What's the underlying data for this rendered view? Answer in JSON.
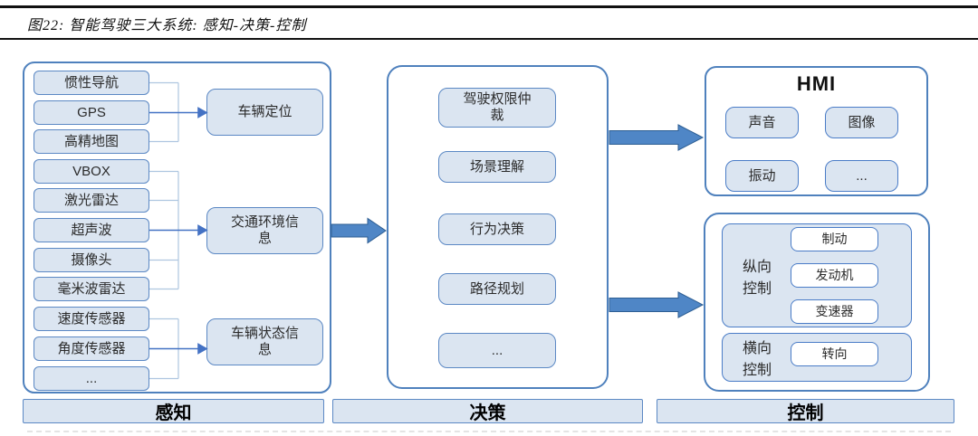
{
  "figure_title": "图22: 智能驾驶三大系统: 感知-决策-控制",
  "perception": {
    "label": "感知",
    "groups": [
      {
        "sensors": [
          "惯性导航",
          "GPS",
          "高精地图"
        ],
        "output": "车辆定位"
      },
      {
        "sensors": [
          "VBOX",
          "激光雷达",
          "超声波",
          "摄像头",
          "毫米波雷达"
        ],
        "output": "交通环境信息"
      },
      {
        "sensors": [
          "速度传感器",
          "角度传感器",
          "..."
        ],
        "output": "车辆状态信息"
      }
    ]
  },
  "decision": {
    "label": "决策",
    "items": [
      "驾驶权限仲裁",
      "场景理解",
      "行为决策",
      "路径规划",
      "..."
    ]
  },
  "control": {
    "label": "控制",
    "hmi": {
      "title": "HMI",
      "outputs": [
        "声音",
        "图像",
        "振动",
        "..."
      ]
    },
    "longitudinal": {
      "label": "纵向控制",
      "actuators": [
        "制动",
        "发动机",
        "变速器"
      ]
    },
    "lateral": {
      "label": "横向控制",
      "actuators": [
        "转向"
      ]
    }
  },
  "colors": {
    "box_fill": "#dbe5f1",
    "box_border": "#5b88c4",
    "container_border": "#4f81bd",
    "arrow_fill": "#4f86c6",
    "connector_line": "#aec6e0",
    "small_arrow": "#4472c4"
  }
}
